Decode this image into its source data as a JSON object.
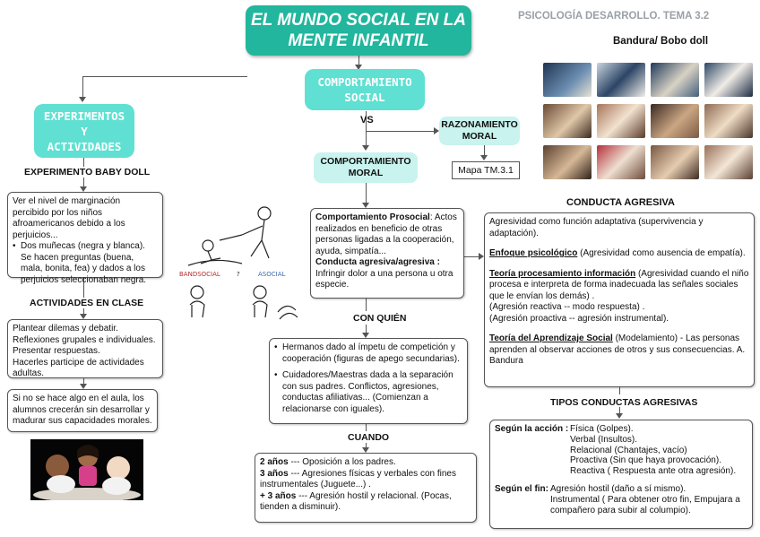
{
  "title": "EL MUNDO SOCIAL EN LA MENTE INFANTIL",
  "header_note": "PSICOLOGÍA DESARROLLO. TEMA 3.2",
  "bandura_label": "Bandura/ Bobo doll",
  "experimentos": {
    "label_line1": "EXPERIMENTOS",
    "label_line2": "Y",
    "label_line3": "ACTIVIDADES",
    "baby_doll_title": "EXPERIMENTO BABY DOLL",
    "baby_doll_text": "Ver el nivel de marginación percibido por los niños afroamericanos debido a los perjuicios...",
    "baby_doll_bullet": "Dos muñecas (negra y blanca). Se hacen preguntas (buena, mala, bonita, fea) y dados a los perjuicios seleccionaban negra.",
    "actividades_title": "ACTIVIDADES EN CLASE",
    "actividades_lines": [
      "Plantear dilemas y debatir.",
      "Reflexiones grupales e individuales.",
      "Presentar respuestas.",
      "Hacerles participe de actividades adultas."
    ],
    "conclusion": "Si no se hace algo en el aula, los alumnos crecerán sin desarrollar y madurar sus capacidades morales."
  },
  "sketch": {
    "label_left": "BANDSOCIAL",
    "label_mid": "?",
    "label_right": "ASOCIAL"
  },
  "comportamiento_social": {
    "label_line1": "COMPORTAMIENTO",
    "label_line2": "SOCIAL",
    "vs": "VS",
    "razonamiento_line1": "RAZONAMIENTO",
    "razonamiento_line2": "MORAL",
    "mapa": "Mapa TM.3.1",
    "moral_line1": "COMPORTAMIENTO",
    "moral_line2": "MORAL",
    "prosocial_term": "Comportamiento Prosocial",
    "prosocial_def": ": Actos realizados en beneficio de otras personas ligadas a la cooperación, ayuda, simpatía...",
    "agresiva_term": "Conducta agresiva/agresiva :",
    "agresiva_def": "Infringir dolor a una persona u otra especie.",
    "con_quien_title": "CON QUIÉN",
    "con_quien_items": [
      "Hermanos dado al ímpetu de competición y cooperación (figuras de apego secundarias).",
      "Cuidadores/Maestras dada a la separación con sus padres. Conflictos, agresiones, conductas afiliativas... (Comienzan a relacionarse con iguales)."
    ],
    "cuando_title": "CUANDO",
    "cuando_rows": [
      {
        "age": "2 años",
        "text": " --- Oposición a los padres."
      },
      {
        "age": "3 años",
        "text": " --- Agresiones físicas y verbales con fines instrumentales (Juguete...) ."
      },
      {
        "age": "+ 3 años",
        "text": " --- Agresión hostil y relacional. (Pocas, tienden a disminuir)."
      }
    ]
  },
  "conducta_agresiva": {
    "title": "CONDUCTA AGRESIVA",
    "intro": "Agresividad como función adaptativa (supervivencia y adaptación).",
    "enfoque_term": "Enfoque psicológico",
    "enfoque_def": " (Agresividad como ausencia de empatía).",
    "teoria_proc_term": "Teoría procesamiento información",
    "teoria_proc_def": " (Agresividad cuando el niño procesa e interpreta de forma inadecuada las señales sociales que le envían los demás) .",
    "teoria_proc_lines": [
      "(Agresión reactiva -- modo respuesta) .",
      "(Agresión proactiva -- agresión instrumental)."
    ],
    "teoria_aprend_term": "Teoría del Aprendizaje Social",
    "teoria_aprend_def": " (Modelamiento) - Las personas aprenden al observar acciones de otros y sus consecuencias. A. Bandura",
    "tipos_title": "TIPOS CONDUCTAS AGRESIVAS",
    "segun_accion": "Según la acción :",
    "accion_items": [
      "Física (Golpes).",
      "Verbal  (Insultos).",
      "Relacional (Chantajes, vacío)",
      "Proactiva (Sin que haya provocación).",
      "Reactiva ( Respuesta ante otra agresión)."
    ],
    "segun_fin": "Según el fin:",
    "fin_items": [
      "Agresión hostil (daño a sí mismo).",
      "Instrumental ( Para obtener otro fin, Empujara a compañero para subir al columpio)."
    ]
  },
  "colors": {
    "title_bg": "#21b69d",
    "teal_box": "#5fe0d2",
    "cyan_box": "#c8f3ee"
  }
}
